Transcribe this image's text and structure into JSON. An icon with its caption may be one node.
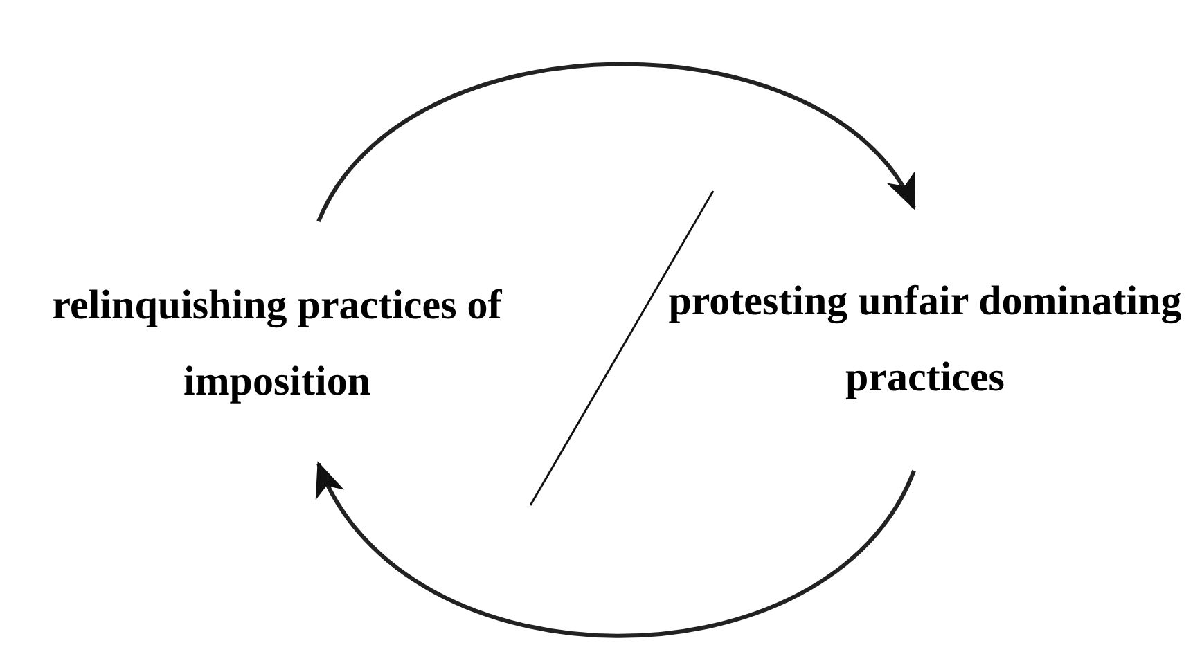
{
  "diagram": {
    "nodes": [
      {
        "text": [
          "relinquishing practices of imposition"
        ]
      },
      {
        "text": [
          "protesting unfair dominating practices"
        ]
      }
    ],
    "edges": [
      {
        "from": 0,
        "to": 1,
        "arrow": "to"
      },
      {
        "from": 1,
        "to": 0,
        "arrow": "to"
      }
    ]
  }
}
